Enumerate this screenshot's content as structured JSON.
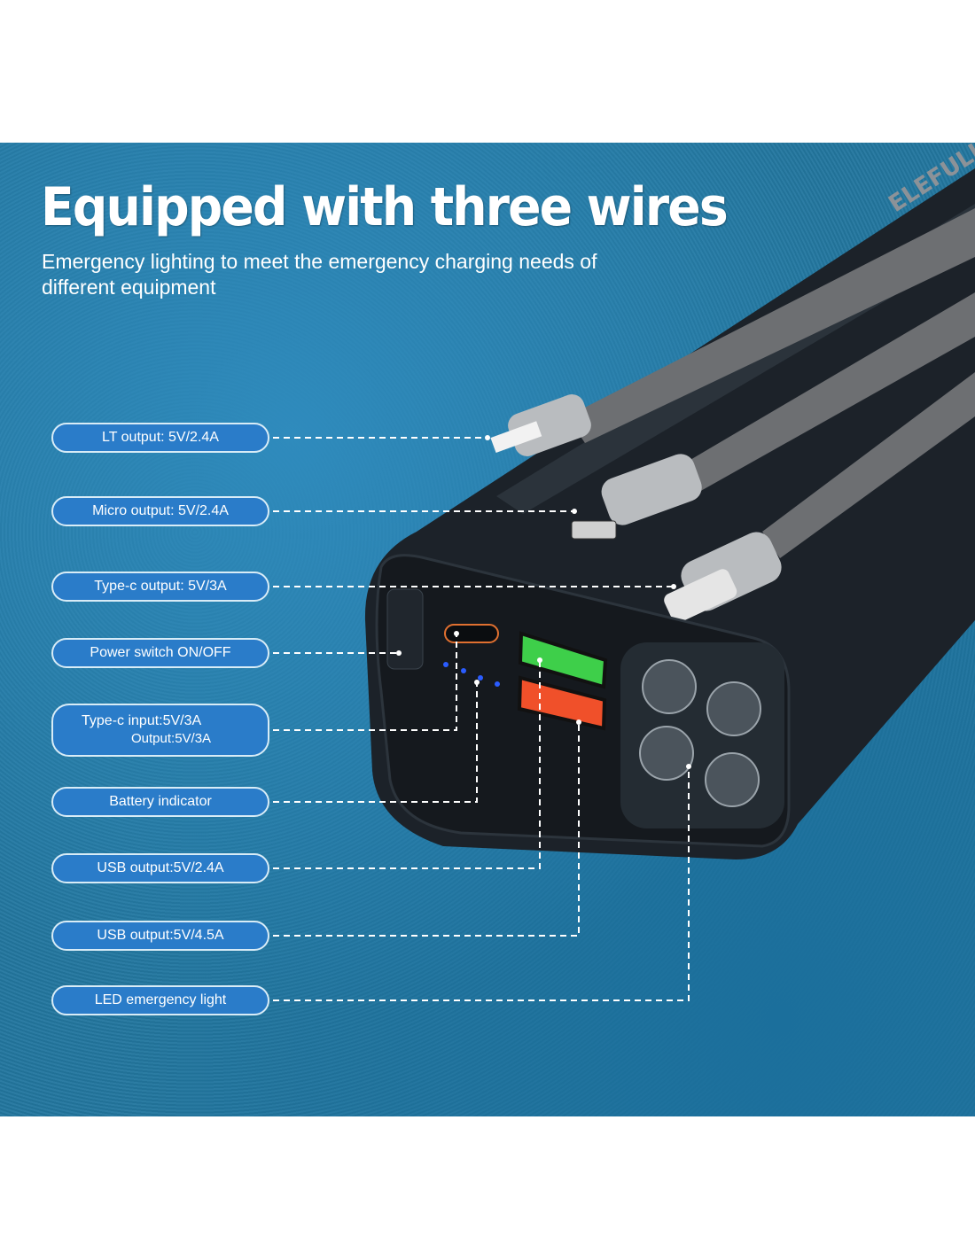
{
  "title": "Equipped with three wires",
  "subtitle": "Emergency lighting to meet the emergency charging needs of different equipment",
  "brand": "ELEFULL",
  "labels": [
    {
      "text": "LT  output: 5V/2.4A"
    },
    {
      "text": "Micro output: 5V/2.4A"
    },
    {
      "text": "Type-c  output: 5V/3A"
    },
    {
      "text": "Power switch  ON/OFF"
    },
    {
      "text": "Type-c input:5V/3A",
      "text2": "Output:5V/3A"
    },
    {
      "text": "Battery indicator"
    },
    {
      "text": "USB output:5V/2.4A"
    },
    {
      "text": "USB output:5V/4.5A"
    },
    {
      "text": "LED emergency light"
    }
  ],
  "colors": {
    "background": "#23779f",
    "pill": "#2a7cc9",
    "usb_green": "#3ecf4a",
    "usb_red": "#f0502a",
    "indicator_blue": "#2a5cff"
  }
}
